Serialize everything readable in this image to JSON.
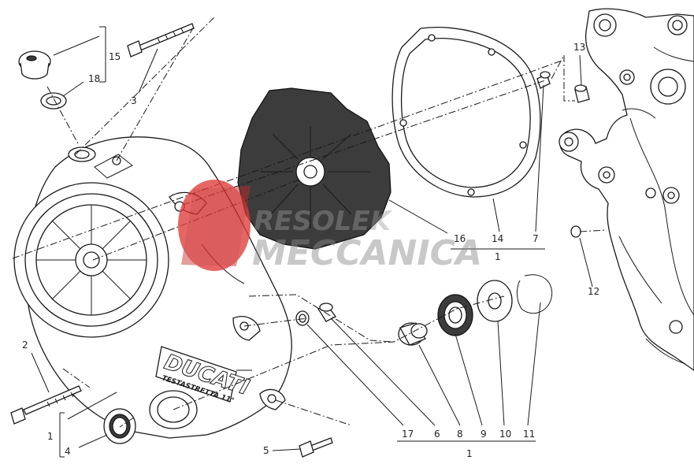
{
  "diagram": {
    "type": "exploded-parts-diagram",
    "cover_lettering": {
      "brand": "DUCATI",
      "subline": "TESTASTRETTA 11°"
    },
    "watermark": {
      "line1": "RESOLEK",
      "line2": "MECCANICA",
      "color": "#e03a3a"
    },
    "callouts": [
      {
        "id": "c15",
        "text": "15"
      },
      {
        "id": "c18",
        "text": "18"
      },
      {
        "id": "c3",
        "text": "3"
      },
      {
        "id": "c13",
        "text": "13"
      },
      {
        "id": "c16",
        "text": "16"
      },
      {
        "id": "c14",
        "text": "14"
      },
      {
        "id": "c7",
        "text": "7"
      },
      {
        "id": "c1a",
        "text": "1"
      },
      {
        "id": "c12",
        "text": "12"
      },
      {
        "id": "c2",
        "text": "2"
      },
      {
        "id": "c1b",
        "text": "1"
      },
      {
        "id": "c4",
        "text": "4"
      },
      {
        "id": "c5",
        "text": "5"
      },
      {
        "id": "c17",
        "text": "17"
      },
      {
        "id": "c6",
        "text": "6"
      },
      {
        "id": "c8",
        "text": "8"
      },
      {
        "id": "c9",
        "text": "9"
      },
      {
        "id": "c10",
        "text": "10"
      },
      {
        "id": "c11",
        "text": "11"
      },
      {
        "id": "c1c",
        "text": "1"
      }
    ]
  }
}
